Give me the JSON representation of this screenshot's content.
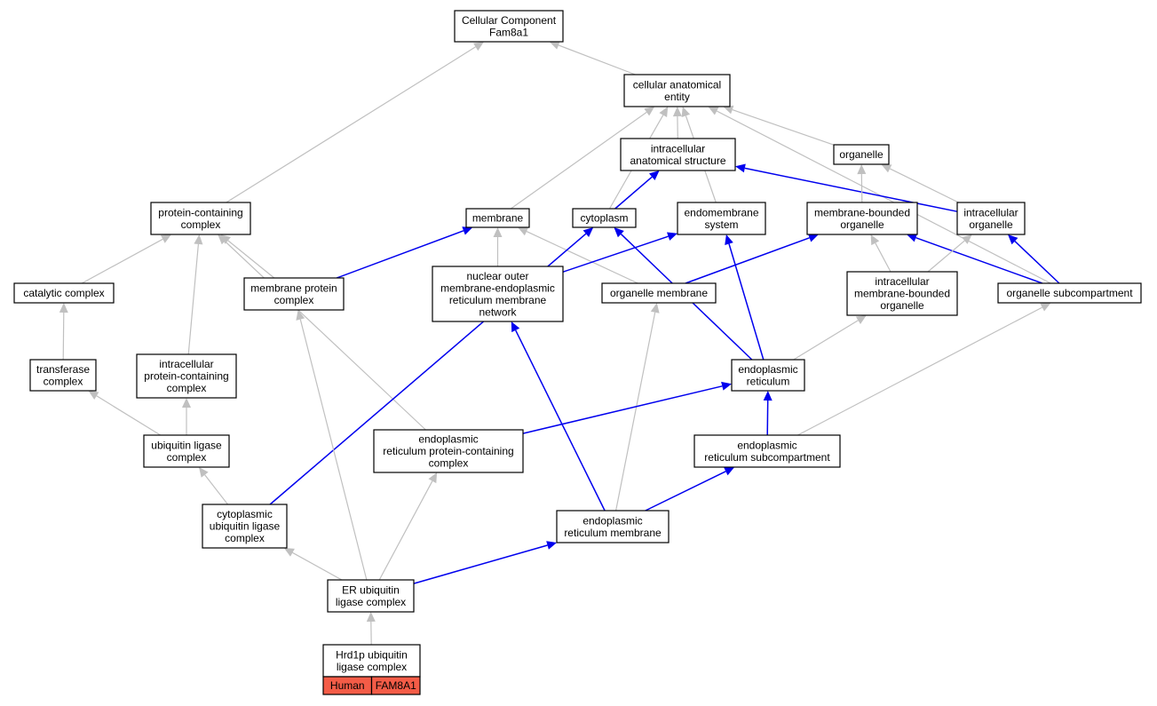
{
  "colors": {
    "is_a": "#c0c0c0",
    "part_of": "#0000ee",
    "annotation": "#f45c47"
  },
  "nodes": {
    "root": {
      "lines": [
        "Cellular Component",
        "Fam8a1"
      ]
    },
    "cae": {
      "lines": [
        "cellular anatomical",
        "entity"
      ]
    },
    "ias": {
      "lines": [
        "intracellular",
        "anatomical structure"
      ]
    },
    "organelle": {
      "lines": [
        "organelle"
      ]
    },
    "pcc": {
      "lines": [
        "protein-containing",
        "complex"
      ]
    },
    "membrane": {
      "lines": [
        "membrane"
      ]
    },
    "cytoplasm": {
      "lines": [
        "cytoplasm"
      ]
    },
    "endomem": {
      "lines": [
        "endomembrane",
        "system"
      ]
    },
    "mbo": {
      "lines": [
        "membrane-bounded",
        "organelle"
      ]
    },
    "io": {
      "lines": [
        "intracellular",
        "organelle"
      ]
    },
    "catalytic": {
      "lines": [
        "catalytic complex"
      ]
    },
    "mpc": {
      "lines": [
        "membrane protein",
        "complex"
      ]
    },
    "nomer": {
      "lines": [
        "nuclear outer",
        "membrane-endoplasmic",
        "reticulum membrane",
        "network"
      ]
    },
    "orgmem": {
      "lines": [
        "organelle membrane"
      ]
    },
    "imbo": {
      "lines": [
        "intracellular",
        "membrane-bounded",
        "organelle"
      ]
    },
    "osc": {
      "lines": [
        "organelle subcompartment"
      ]
    },
    "transferase": {
      "lines": [
        "transferase",
        "complex"
      ]
    },
    "ipcc": {
      "lines": [
        "intracellular",
        "protein-containing",
        "complex"
      ]
    },
    "er": {
      "lines": [
        "endoplasmic",
        "reticulum"
      ]
    },
    "ulc": {
      "lines": [
        "ubiquitin ligase",
        "complex"
      ]
    },
    "erpcc": {
      "lines": [
        "endoplasmic",
        "reticulum protein-containing",
        "complex"
      ]
    },
    "ersub": {
      "lines": [
        "endoplasmic",
        "reticulum subcompartment"
      ]
    },
    "culc": {
      "lines": [
        "cytoplasmic",
        "ubiquitin ligase",
        "complex"
      ]
    },
    "erm": {
      "lines": [
        "endoplasmic",
        "reticulum membrane"
      ]
    },
    "erulc": {
      "lines": [
        "ER ubiquitin",
        "ligase complex"
      ]
    },
    "hrd1": {
      "lines": [
        "Hrd1p ubiquitin",
        "ligase complex"
      ],
      "tags": [
        "Human",
        "FAM8A1"
      ]
    }
  },
  "edges": [
    {
      "from": "cae",
      "to": "root",
      "type": "is_a"
    },
    {
      "from": "pcc",
      "to": "root",
      "type": "is_a"
    },
    {
      "from": "ias",
      "to": "cae",
      "type": "is_a"
    },
    {
      "from": "organelle",
      "to": "cae",
      "type": "is_a"
    },
    {
      "from": "membrane",
      "to": "cae",
      "type": "is_a"
    },
    {
      "from": "cytoplasm",
      "to": "cae",
      "type": "is_a"
    },
    {
      "from": "endomem",
      "to": "cae",
      "type": "is_a"
    },
    {
      "from": "osc",
      "to": "cae",
      "type": "is_a"
    },
    {
      "from": "cytoplasm",
      "to": "ias",
      "type": "part_of"
    },
    {
      "from": "io",
      "to": "ias",
      "type": "part_of"
    },
    {
      "from": "mbo",
      "to": "organelle",
      "type": "is_a"
    },
    {
      "from": "io",
      "to": "organelle",
      "type": "is_a"
    },
    {
      "from": "catalytic",
      "to": "pcc",
      "type": "is_a"
    },
    {
      "from": "mpc",
      "to": "pcc",
      "type": "is_a"
    },
    {
      "from": "ipcc",
      "to": "pcc",
      "type": "is_a"
    },
    {
      "from": "erpcc",
      "to": "pcc",
      "type": "is_a"
    },
    {
      "from": "mpc",
      "to": "membrane",
      "type": "part_of"
    },
    {
      "from": "nomer",
      "to": "membrane",
      "type": "is_a"
    },
    {
      "from": "orgmem",
      "to": "membrane",
      "type": "is_a"
    },
    {
      "from": "culc",
      "to": "cytoplasm",
      "type": "part_of"
    },
    {
      "from": "er",
      "to": "cytoplasm",
      "type": "part_of"
    },
    {
      "from": "nomer",
      "to": "endomem",
      "type": "part_of"
    },
    {
      "from": "er",
      "to": "endomem",
      "type": "part_of"
    },
    {
      "from": "orgmem",
      "to": "mbo",
      "type": "part_of"
    },
    {
      "from": "imbo",
      "to": "mbo",
      "type": "is_a"
    },
    {
      "from": "osc",
      "to": "mbo",
      "type": "part_of"
    },
    {
      "from": "imbo",
      "to": "io",
      "type": "is_a"
    },
    {
      "from": "osc",
      "to": "io",
      "type": "part_of"
    },
    {
      "from": "transferase",
      "to": "catalytic",
      "type": "is_a"
    },
    {
      "from": "erm",
      "to": "nomer",
      "type": "part_of"
    },
    {
      "from": "erm",
      "to": "orgmem",
      "type": "is_a"
    },
    {
      "from": "er",
      "to": "imbo",
      "type": "is_a"
    },
    {
      "from": "ersub",
      "to": "osc",
      "type": "is_a"
    },
    {
      "from": "ulc",
      "to": "transferase",
      "type": "is_a"
    },
    {
      "from": "ulc",
      "to": "ipcc",
      "type": "is_a"
    },
    {
      "from": "erpcc",
      "to": "er",
      "type": "part_of"
    },
    {
      "from": "ersub",
      "to": "er",
      "type": "part_of"
    },
    {
      "from": "culc",
      "to": "ulc",
      "type": "is_a"
    },
    {
      "from": "erulc",
      "to": "erpcc",
      "type": "is_a"
    },
    {
      "from": "erm",
      "to": "ersub",
      "type": "part_of"
    },
    {
      "from": "erulc",
      "to": "culc",
      "type": "is_a"
    },
    {
      "from": "erulc",
      "to": "erm",
      "type": "part_of"
    },
    {
      "from": "erulc",
      "to": "mpc",
      "type": "is_a"
    },
    {
      "from": "hrd1",
      "to": "erulc",
      "type": "is_a"
    }
  ]
}
